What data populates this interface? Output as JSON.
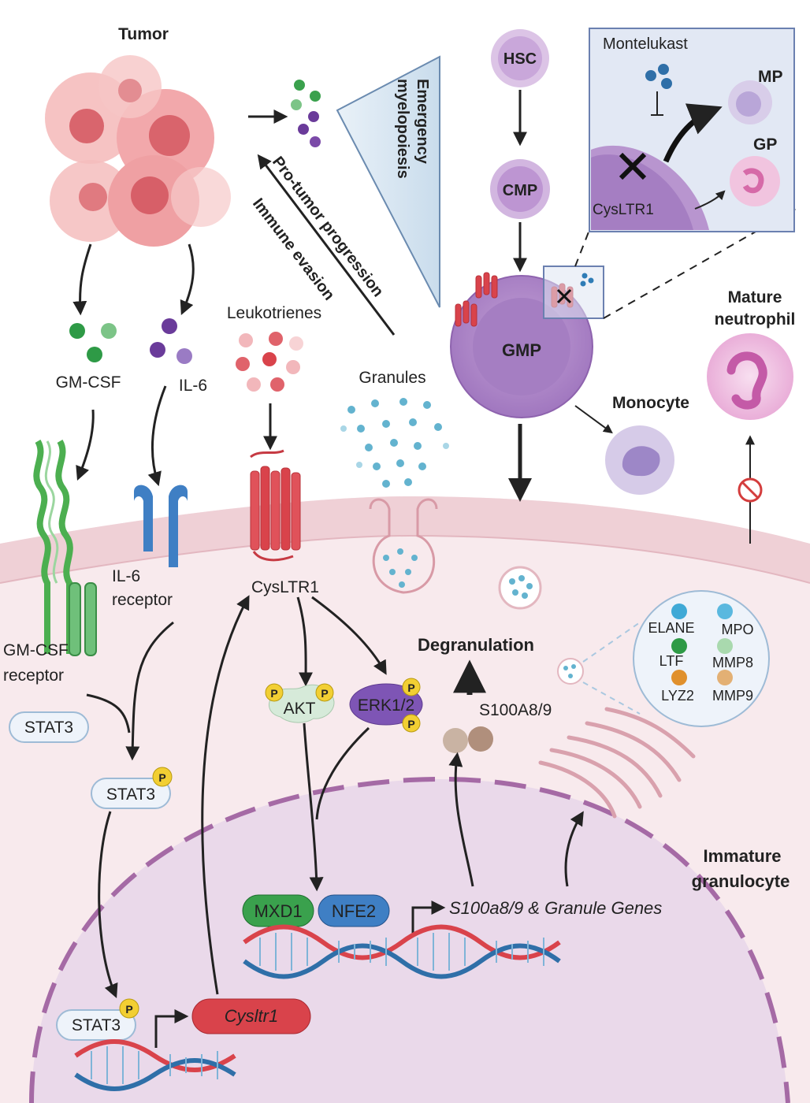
{
  "tumor": {
    "title": "Tumor"
  },
  "cytokines": {
    "gmcsf": "GM-CSF",
    "il6": "IL-6",
    "leukotrienes": "Leukotrienes",
    "granules": "Granules"
  },
  "arrows": {
    "pro_tumor": "Pro-tumor progression",
    "immune_evasion": "Immune evasion",
    "myelopoiesis_1": "Emergency",
    "myelopoiesis_2": "myelopoiesis"
  },
  "hierarchy": {
    "hsc": "HSC",
    "cmp": "CMP",
    "gmp": "GMP",
    "monocyte": "Monocyte",
    "mature_1": "Mature",
    "mature_2": "neutrophil"
  },
  "inset": {
    "drug": "Montelukast",
    "mp": "MP",
    "gp": "GP",
    "receptor": "CysLTR1"
  },
  "receptors": {
    "gmcsf_r1": "GM-CSF",
    "gmcsf_r2": "receptor",
    "il6_r1": "IL-6",
    "il6_r2": "receptor",
    "cysltr1": "CysLTR1"
  },
  "signaling": {
    "stat3": "STAT3",
    "akt": "AKT",
    "erk": "ERK1/2",
    "p": "P",
    "degranulation": "Degranulation",
    "s100": "S100A8/9"
  },
  "granule_proteins": [
    "ELANE",
    "MPO",
    "LTF",
    "MMP8",
    "LYZ2",
    "MMP9"
  ],
  "nucleus": {
    "mxd1": "MXD1",
    "nfe2": "NFE2",
    "genes": "S100a8/9 & Granule Genes",
    "cysltr1_gene": "Cysltr1"
  },
  "cell_label": {
    "l1": "Immature",
    "l2": "granulocyte"
  },
  "colors": {
    "gmcsf": "#2e9a46",
    "il6": "#6a3b9a",
    "leuko": "#e0636b",
    "cysltr1": "#d9434b",
    "il6r": "#3f7fc4",
    "gmcsfr": "#4caf50",
    "cell_membrane": "#e9c4cb",
    "nucleus": "#e8d6e6"
  }
}
